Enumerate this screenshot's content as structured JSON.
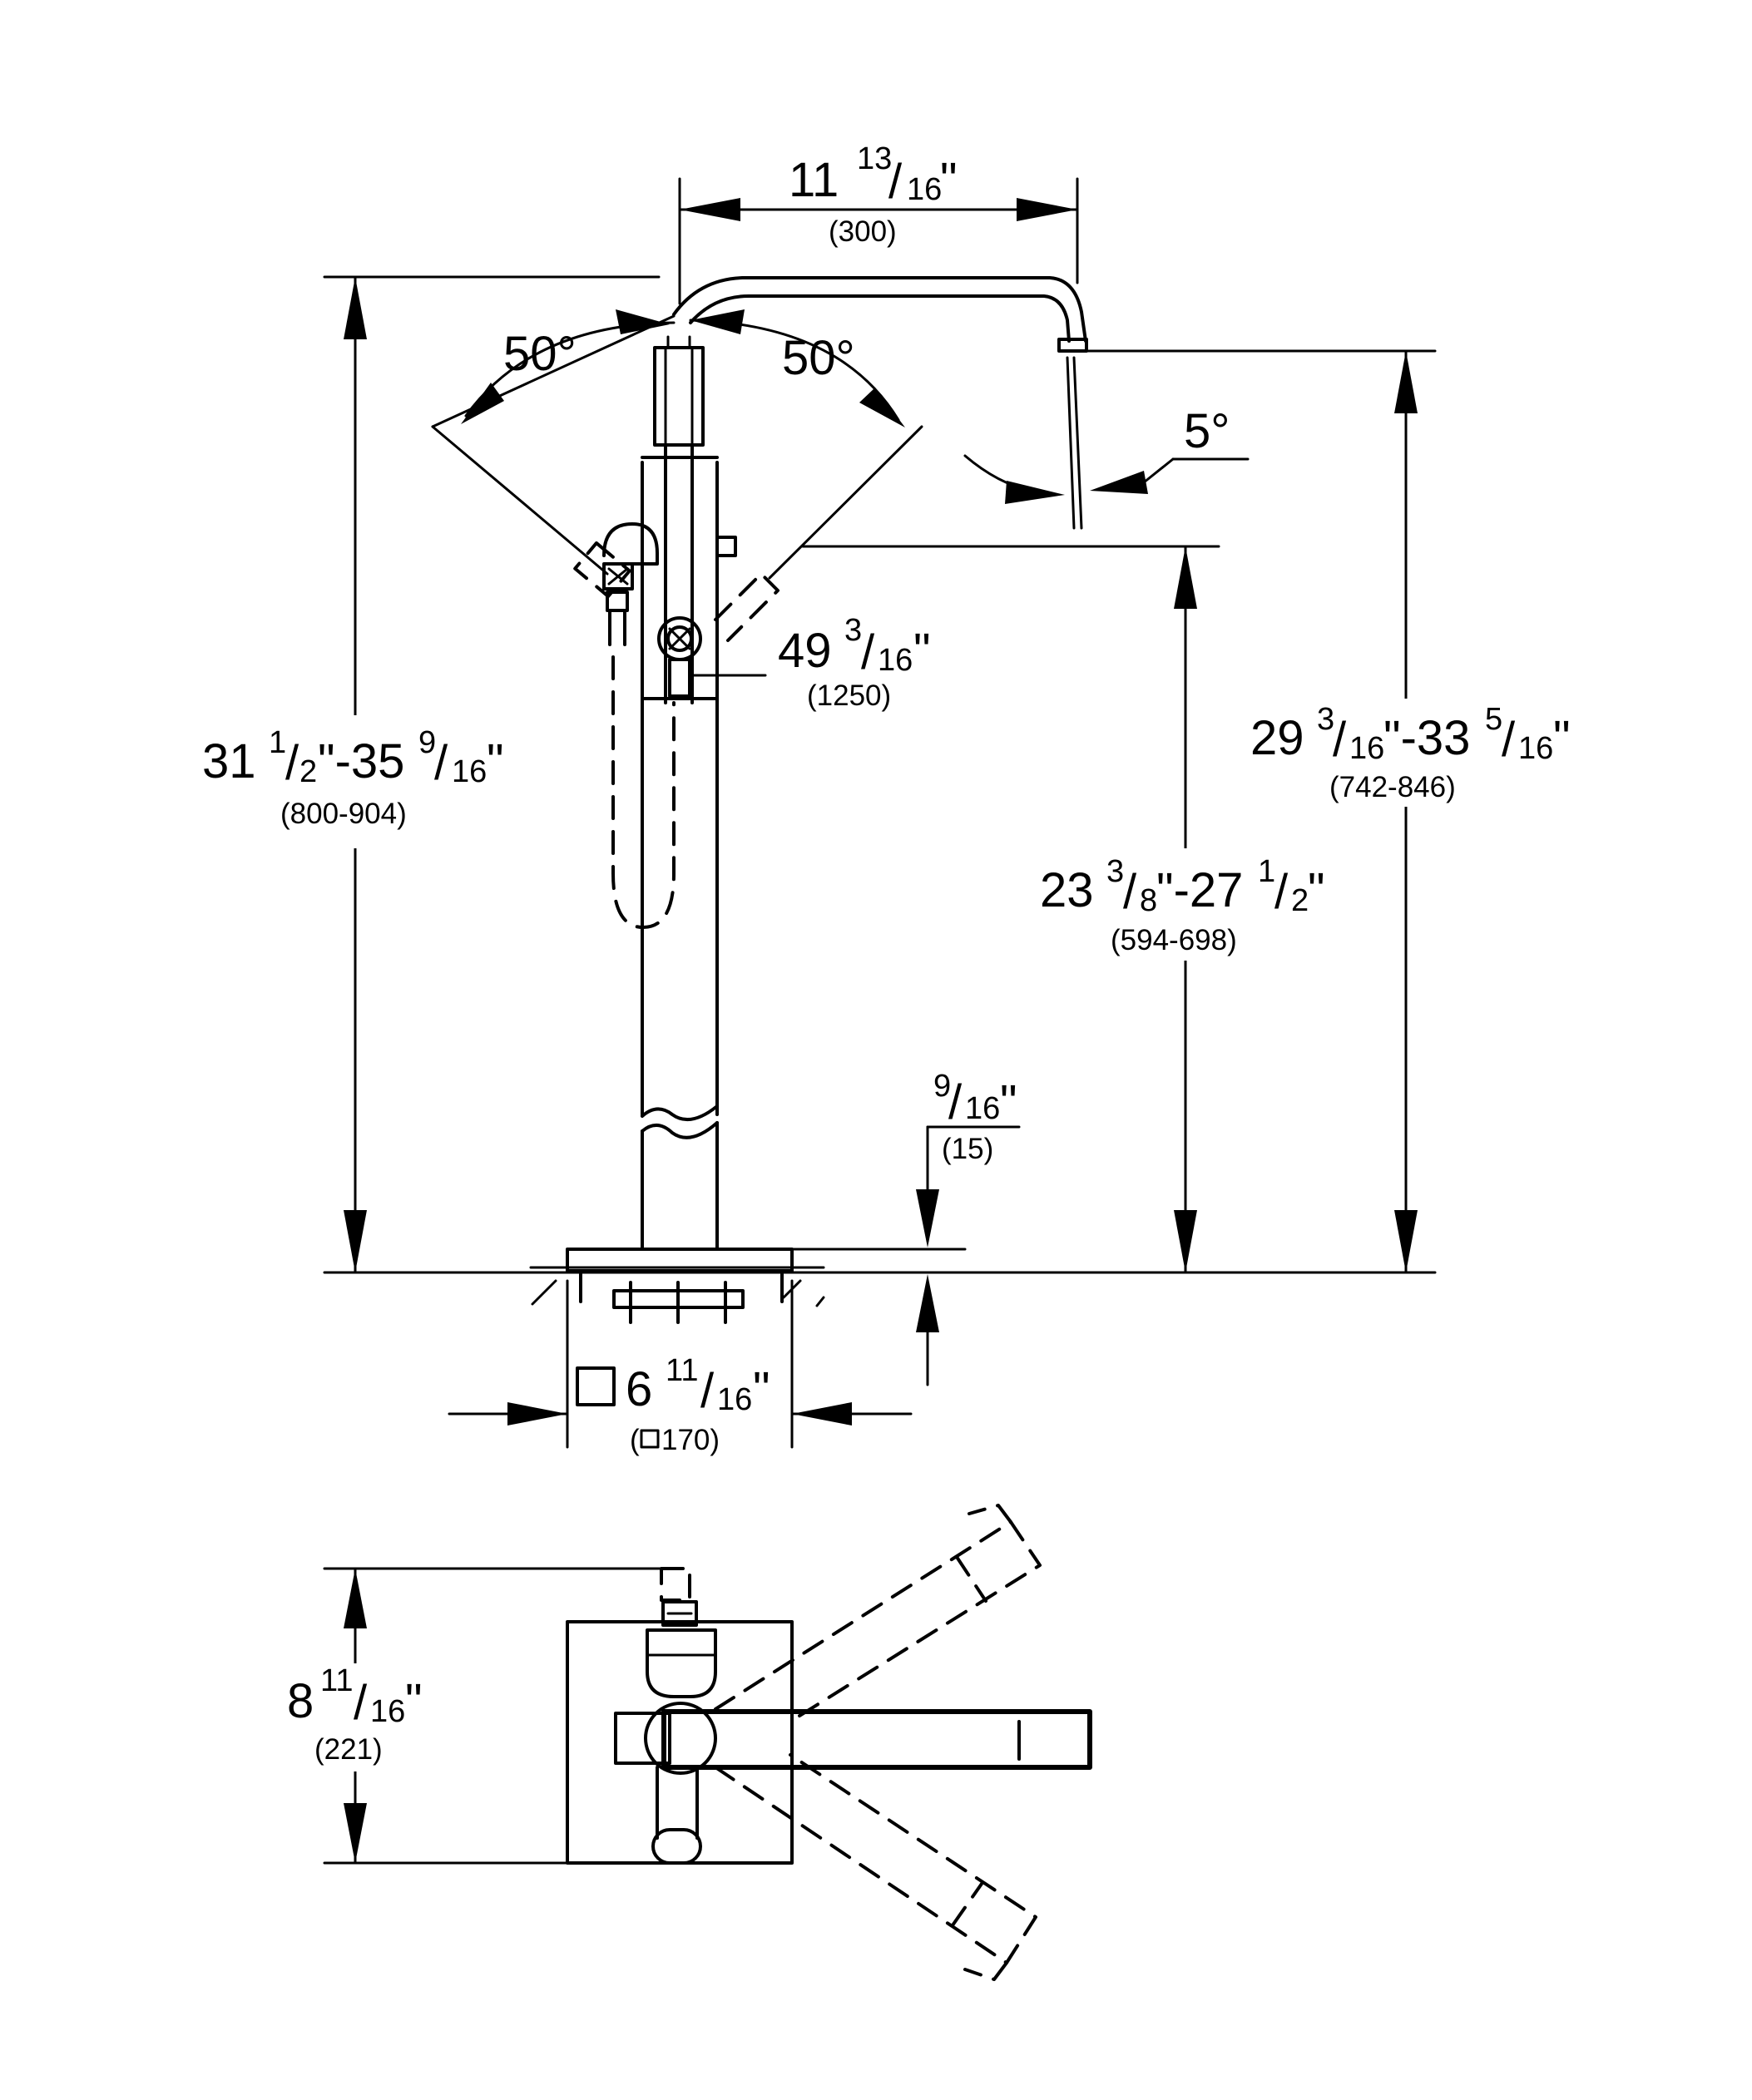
{
  "dimensions": {
    "spout_reach": {
      "whole": "11",
      "num": "13",
      "den": "16",
      "unit": "\"",
      "metric": "(300)"
    },
    "overall_height": {
      "label": "31 1/2\"-35 9/16\"",
      "metric": "(800-904)"
    },
    "spout_height": {
      "label": "29 3/16\"-33 5/16\"",
      "metric": "(742-846)"
    },
    "handle_height": {
      "label": "23 3/8\"-27 1/2\"",
      "metric": "(594-698)"
    },
    "hose_length": {
      "whole": "49",
      "num": "3",
      "den": "16",
      "unit": "\"",
      "metric": "(1250)"
    },
    "floor_gap": {
      "num": "9",
      "den": "16",
      "unit": "\"",
      "metric": "(15)"
    },
    "base_plate": {
      "whole": "6",
      "num": "11",
      "den": "16",
      "unit": "\"",
      "metric_open": "(",
      "metric_value": "170)"
    },
    "plan_depth": {
      "whole": "8",
      "num": "11",
      "den": "16",
      "unit": "\"",
      "metric": "(221)"
    }
  },
  "angles": {
    "swivel_left": "50°",
    "swivel_right": "50°",
    "spout_tilt": "5°"
  },
  "icons": [
    "square-section-icon"
  ]
}
